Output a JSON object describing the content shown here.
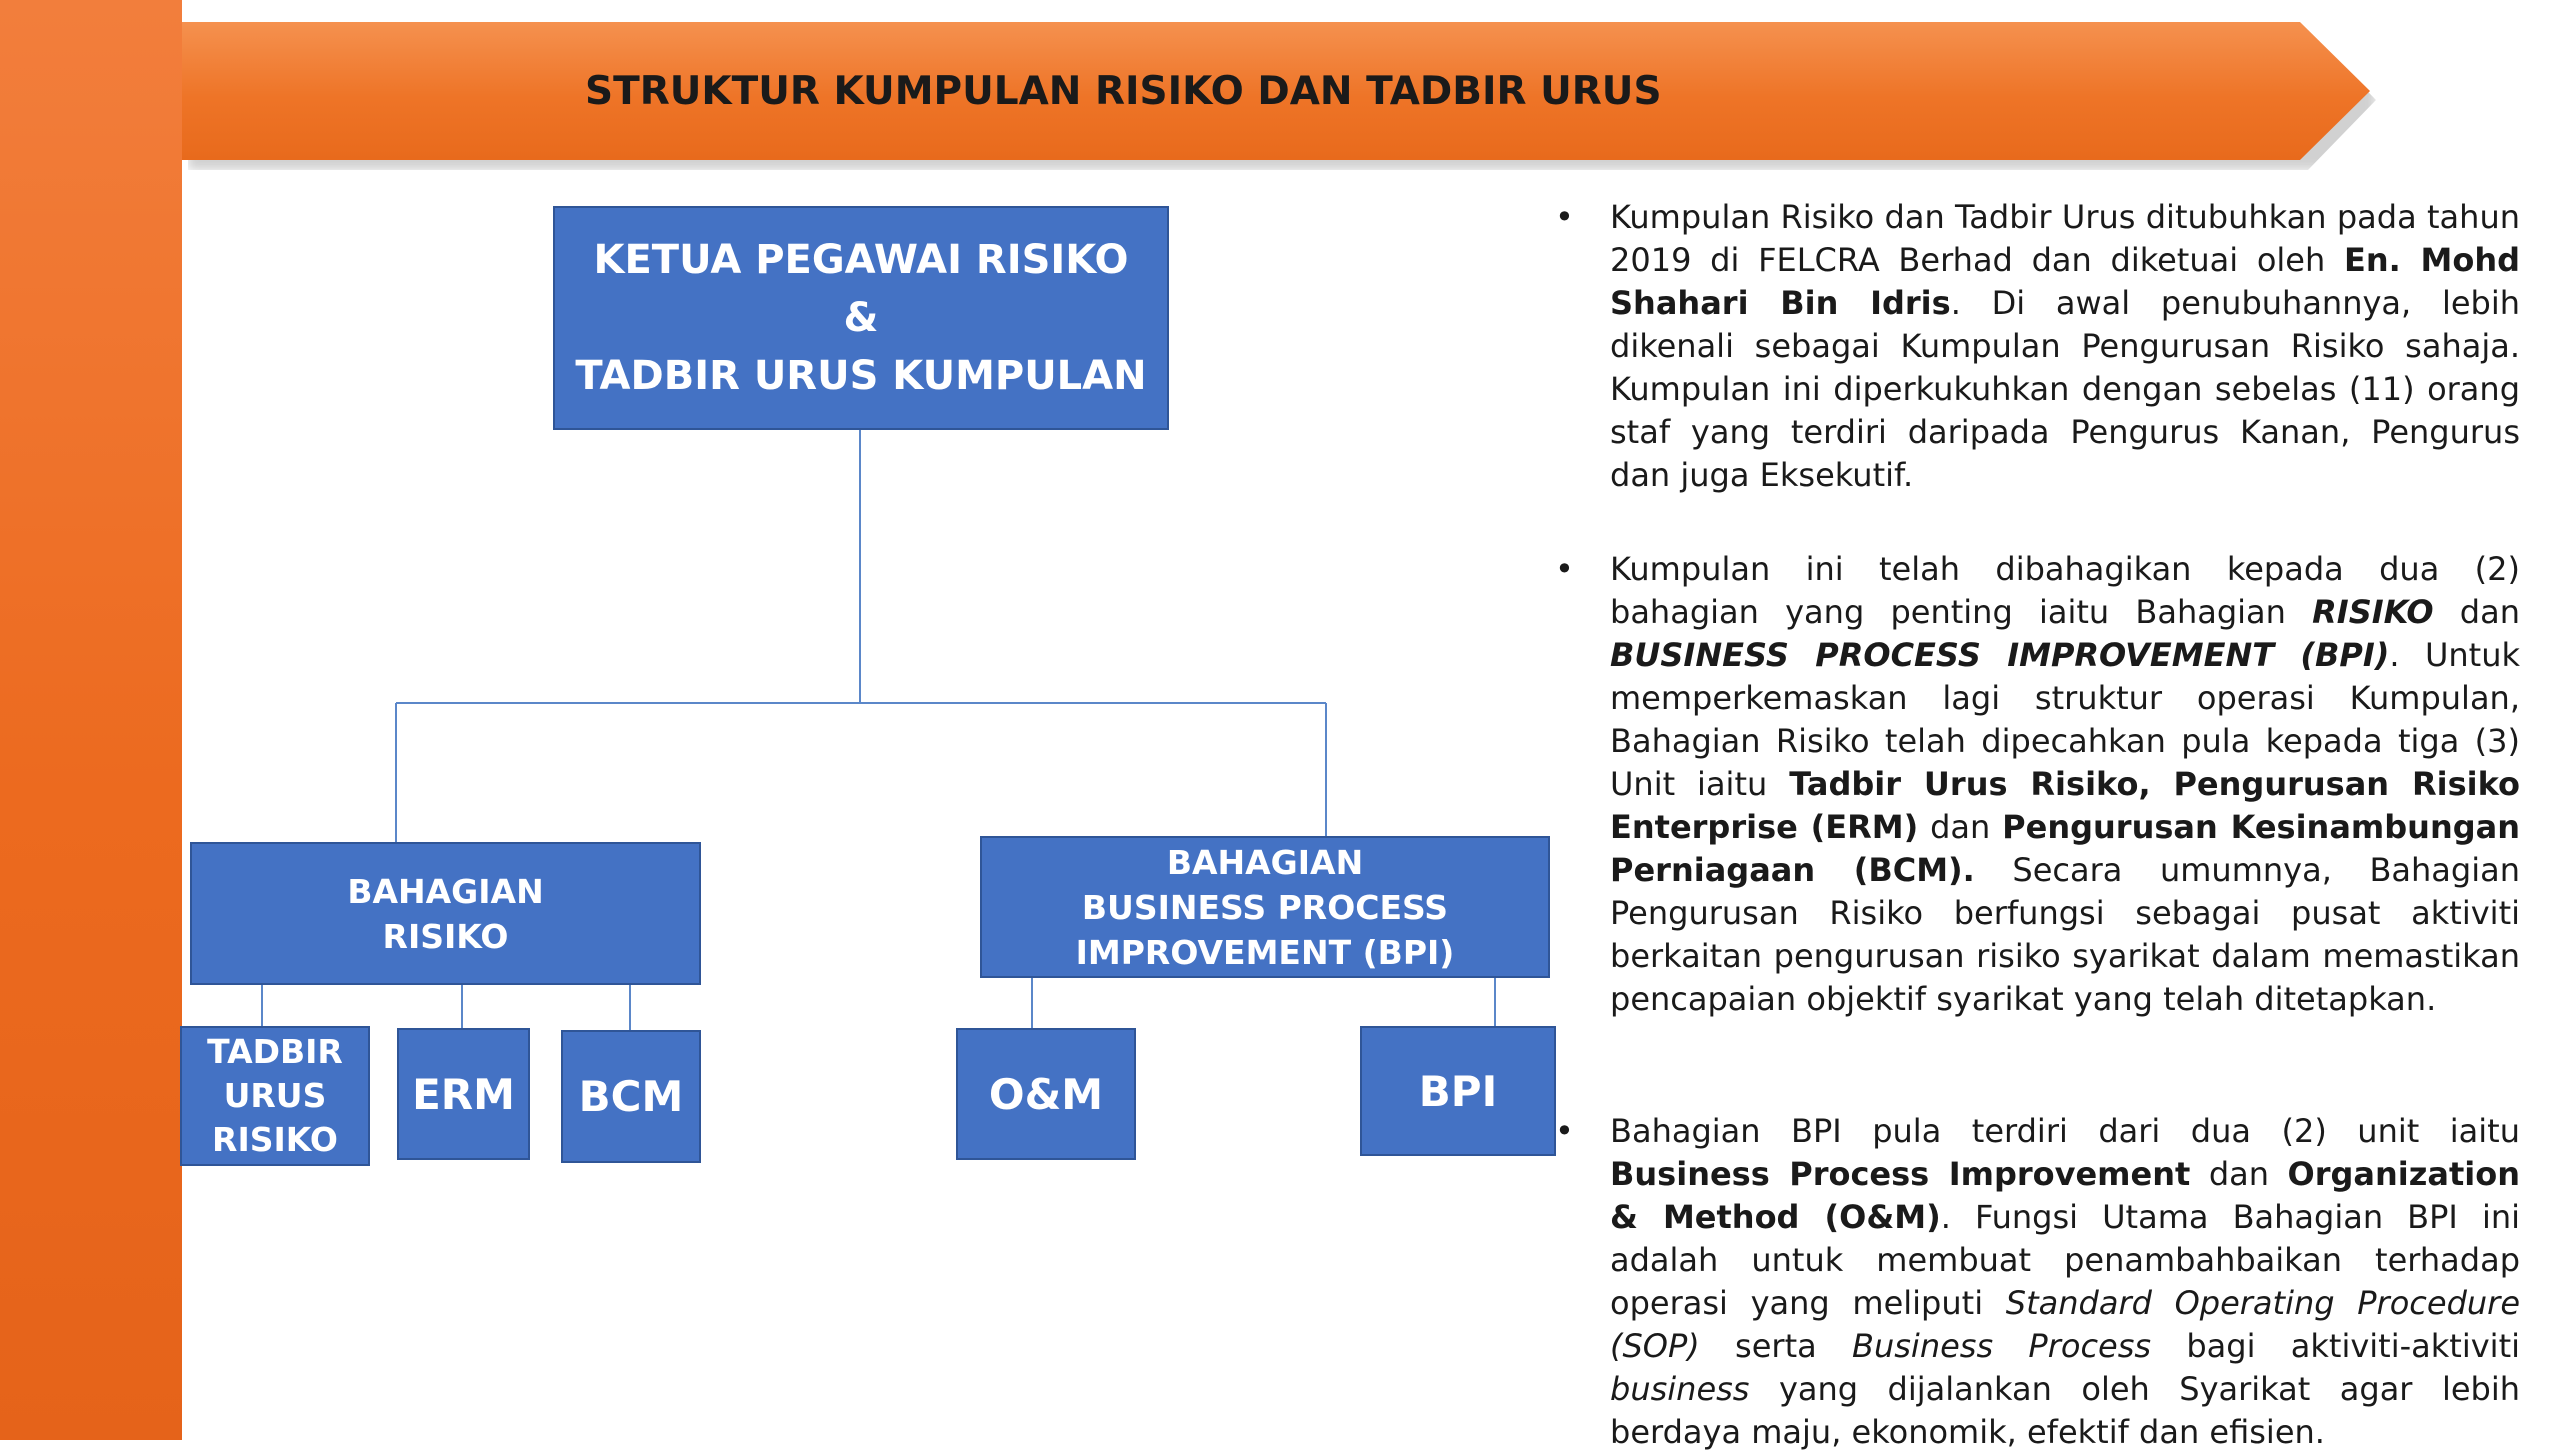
{
  "header": {
    "title": "STRUKTUR KUMPULAN RISIKO DAN TADBIR URUS"
  },
  "org_chart": {
    "top": {
      "line1": "KETUA PEGAWAI RISIKO",
      "line2": "&",
      "line3": "TADBIR URUS KUMPULAN"
    },
    "risiko": {
      "line1": "BAHAGIAN",
      "line2": "RISIKO"
    },
    "bpi_division": {
      "line1": "BAHAGIAN",
      "line2": "BUSINESS PROCESS",
      "line3": "IMPROVEMENT (BPI)"
    },
    "units": {
      "tadbir": {
        "line1": "TADBIR",
        "line2": "URUS",
        "line3": "RISIKO"
      },
      "erm": "ERM",
      "bcm": "BCM",
      "om": "O&M",
      "bpi": "BPI"
    }
  },
  "bullets": {
    "b1": {
      "t1": "Kumpulan Risiko dan Tadbir Urus ditubuhkan pada tahun 2019 di FELCRA Berhad dan diketuai oleh ",
      "t2": "En. Mohd Shahari Bin Idris",
      "t3": ". Di awal penubuhannya, lebih dikenali sebagai Kumpulan Pengurusan Risiko sahaja. Kumpulan ini diperkukuhkan dengan sebelas (11) orang staf yang terdiri daripada Pengurus Kanan, Pengurus dan juga Eksekutif."
    },
    "b2": {
      "t1": "Kumpulan ini telah dibahagikan kepada dua (2) bahagian yang penting iaitu Bahagian ",
      "t2": "RISIKO",
      "t3": " dan ",
      "t4": "BUSINESS PROCESS IMPROVEMENT (BPI)",
      "t5": ". Untuk memperkemaskan lagi struktur operasi Kumpulan, Bahagian Risiko telah dipecahkan pula kepada tiga (3) Unit iaitu ",
      "t6": "Tadbir Urus Risiko, Pengurusan Risiko Enterprise (ERM)",
      "t7": " dan ",
      "t8": "Pengurusan Kesinambungan Perniagaan (BCM).",
      "t9": " Secara umumnya, Bahagian Pengurusan Risiko berfungsi sebagai pusat aktiviti berkaitan pengurusan risiko syarikat dalam memastikan pencapaian objektif syarikat yang telah ditetapkan."
    },
    "b3": {
      "t1": "Bahagian BPI pula terdiri dari dua (2) unit iaitu ",
      "t2": "Business Process Improvement",
      "t3": " dan ",
      "t4": "Organization & Method (O&M)",
      "t5": ". Fungsi Utama Bahagian BPI ini adalah untuk membuat penambahbaikan terhadap operasi yang meliputi ",
      "t6": "Standard Operating Procedure (SOP)",
      "t7": " serta ",
      "t8": "Business Process",
      "t9": " bagi aktiviti-aktiviti ",
      "t10": "business",
      "t11": " yang dijalankan oleh Syarikat agar lebih berdaya maju, ekonomik, efektif dan efisien."
    }
  },
  "colors": {
    "accent_orange": "#ee7427",
    "box_blue": "#4472c4",
    "connector": "#5b87c9"
  }
}
